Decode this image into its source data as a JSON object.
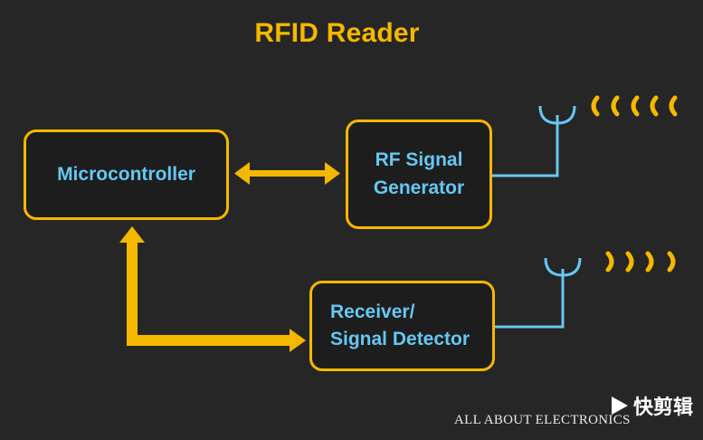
{
  "title": "RFID Reader",
  "blocks": {
    "microcontroller": "Microcontroller",
    "rf_generator": [
      "RF Signal",
      "Generator"
    ],
    "receiver": [
      "Receiver/",
      "Signal Detector"
    ]
  },
  "credit": "ALL ABOUT ELECTRONICS",
  "watermark": "快剪辑",
  "colors": {
    "background": "#262626",
    "block_border": "#f5b800",
    "text_blue": "#66c7f2",
    "arrow": "#f5b800",
    "antenna": "#66c7f2",
    "waves": "#f5b800"
  }
}
